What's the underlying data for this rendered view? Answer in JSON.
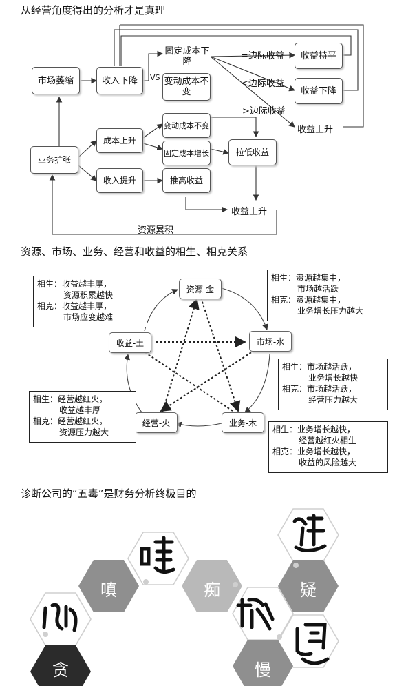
{
  "sections": {
    "s1_title": "从经营角度得出的分析才是真理",
    "s2_title": "资源、市场、业务、经营和收益的相生、相克关系",
    "s3_title": "诊断公司的“五毒”是财务分析终极目的"
  },
  "flow": {
    "market_shrink": "市场萎缩",
    "revenue_down": "收入下降",
    "vs": "VS",
    "fixed_cost_down": "固定成本下降",
    "variable_cost_flat": "变动成本不变",
    "eq_marginal": "=边际收益",
    "lt_marginal": "<边际收益",
    "gt_marginal": ">边际收益",
    "profit_flat": "收益持平",
    "profit_down": "收益下降",
    "profit_up_a": "收益上升",
    "expansion": "业务扩张",
    "cost_up": "成本上升",
    "revenue_up": "收入提升",
    "variable_cost_flat2": "变动成本不变",
    "fixed_cost_up": "固定成本增长",
    "push_profit": "推高收益",
    "lower_profit": "拉低收益",
    "profit_up_b": "收益上升",
    "resource_acc": "资源累积"
  },
  "wuxing": {
    "nodes": {
      "resource": "资源-金",
      "market": "市场-水",
      "business": "业务-木",
      "operation": "经营-火",
      "profit": "收益-土"
    },
    "notes": {
      "profit": [
        "相生：收益越丰厚，",
        "资源积累越快",
        "相克：收益越丰厚，",
        "市场应变越难"
      ],
      "resource": [
        "相生：资源越集中，",
        "市场越活跃",
        "相克：资源越集中，",
        "业务增长压力越大"
      ],
      "market": [
        "相生：市场越活跃，",
        "业务增长越快",
        "相克：市场越活跃，",
        "经营压力越大"
      ],
      "operation": [
        "相生：经营越红火，",
        "收益越丰厚",
        "相克：经营越红火，",
        "资源压力越大"
      ],
      "business": [
        "相生：业务增长越快，",
        "经营越红火相生",
        "相克：业务增长越快，",
        "收益的风险越大"
      ]
    }
  },
  "poisons": {
    "greed": "贪",
    "anger": "嗔",
    "ignorance": "痴",
    "doubt": "疑",
    "arrogance": "慢"
  },
  "colors": {
    "hex_dark": "#2b2b2b",
    "hex_gray": "#8f8f8f",
    "hex_lightgray": "#b9b9b9",
    "hex_outline": "#d2d2d2"
  }
}
